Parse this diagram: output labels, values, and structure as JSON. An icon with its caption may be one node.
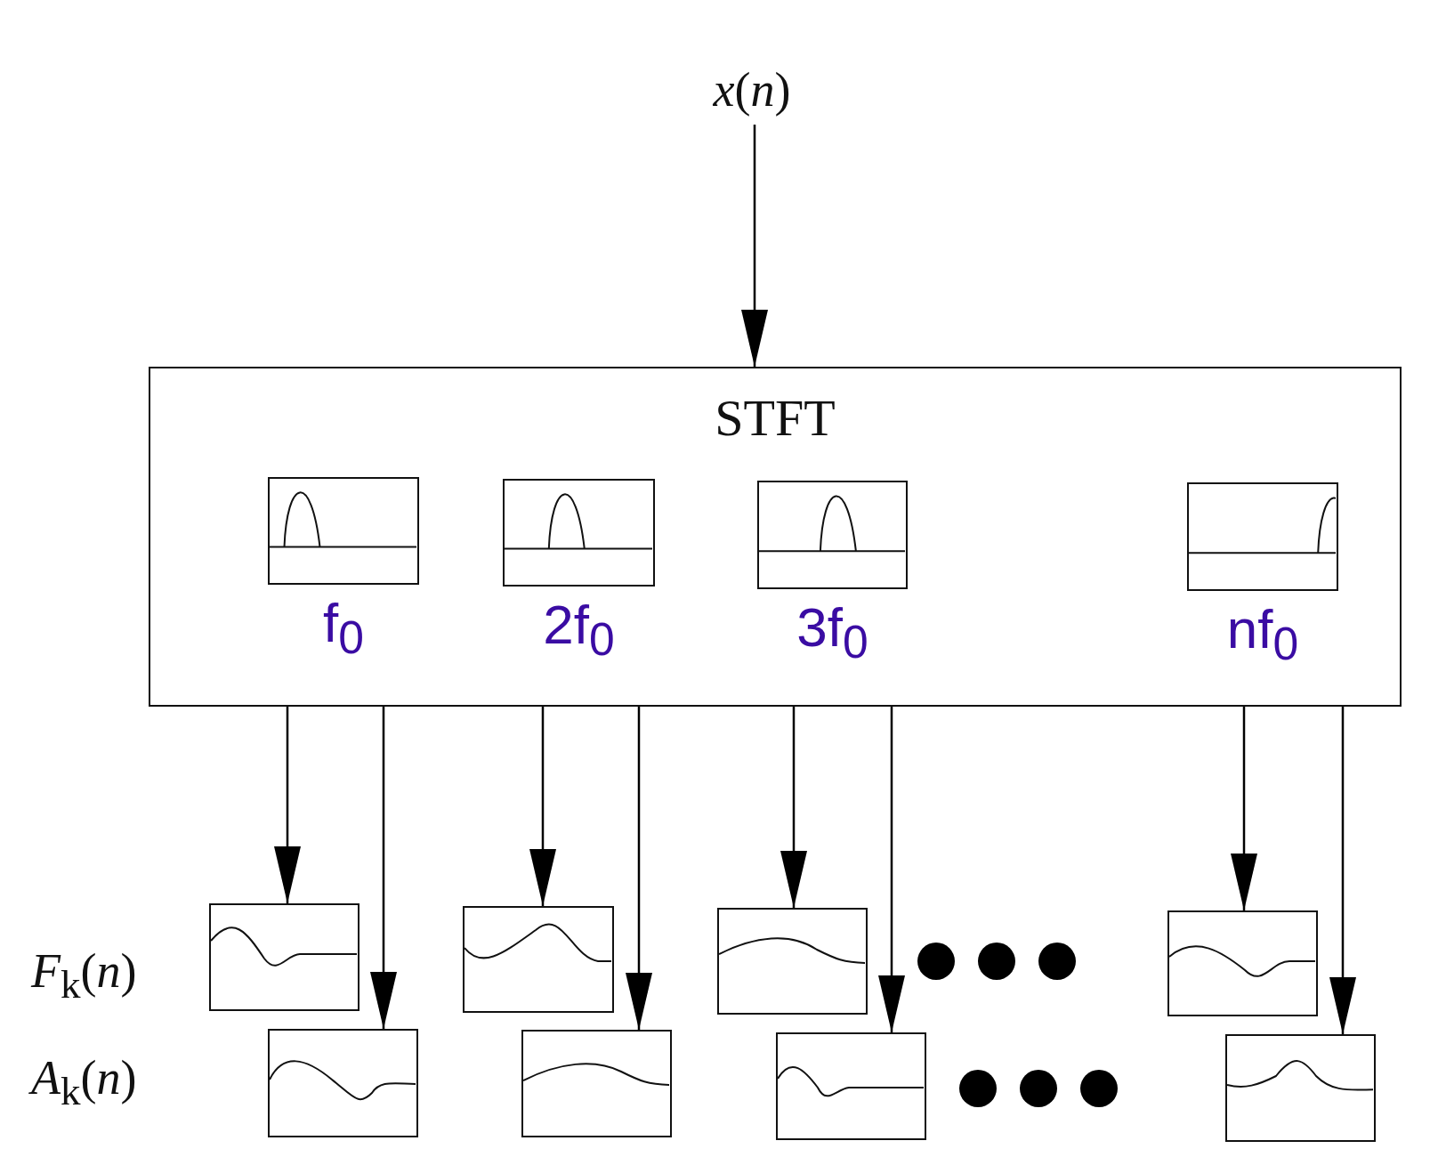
{
  "diagram": {
    "nodes": [
      {
        "text": [
          "*x*(*n*)"
        ]
      },
      {
        "text": [
          "STFT"
        ]
      },
      {
        "text": [],
        "shape": "box",
        "in": 1,
        "beside": [
          "f$_{0}$"
        ]
      },
      {
        "text": [],
        "shape": "box",
        "in": 1,
        "beside": [
          "2f$_{0}$"
        ]
      },
      {
        "text": [],
        "shape": "box",
        "in": 1,
        "beside": [
          "3f$_{0}$"
        ]
      },
      {
        "text": [],
        "shape": "box",
        "in": 1,
        "beside": [
          "nf$_{0}$"
        ]
      },
      {
        "text": [],
        "shape": "box"
      },
      {
        "text": [],
        "shape": "box"
      },
      {
        "text": [],
        "shape": "box"
      },
      {
        "text": [],
        "shape": "box"
      },
      {
        "text": [],
        "shape": "box"
      },
      {
        "text": [],
        "shape": "box"
      },
      {
        "text": [],
        "shape": "box"
      },
      {
        "text": [],
        "shape": "box"
      }
    ],
    "edges": [
      {
        "from": 0,
        "to": 1,
        "arrow": "to"
      },
      {
        "from": 1,
        "to": 6,
        "arrow": "to"
      },
      {
        "from": 1,
        "to": 10,
        "arrow": "to"
      },
      {
        "from": 1,
        "to": 7,
        "arrow": "to"
      },
      {
        "from": 1,
        "to": 11,
        "arrow": "to"
      },
      {
        "from": 1,
        "to": 8,
        "arrow": "to"
      },
      {
        "from": 1,
        "to": 12,
        "arrow": "to"
      },
      {
        "from": 1,
        "to": 9,
        "arrow": "to"
      },
      {
        "from": 1,
        "to": 13,
        "arrow": "to"
      }
    ],
    "labels": [
      "*F*$_{k}$(*n*)",
      "*A*$_{k}$(*n*)"
    ]
  }
}
